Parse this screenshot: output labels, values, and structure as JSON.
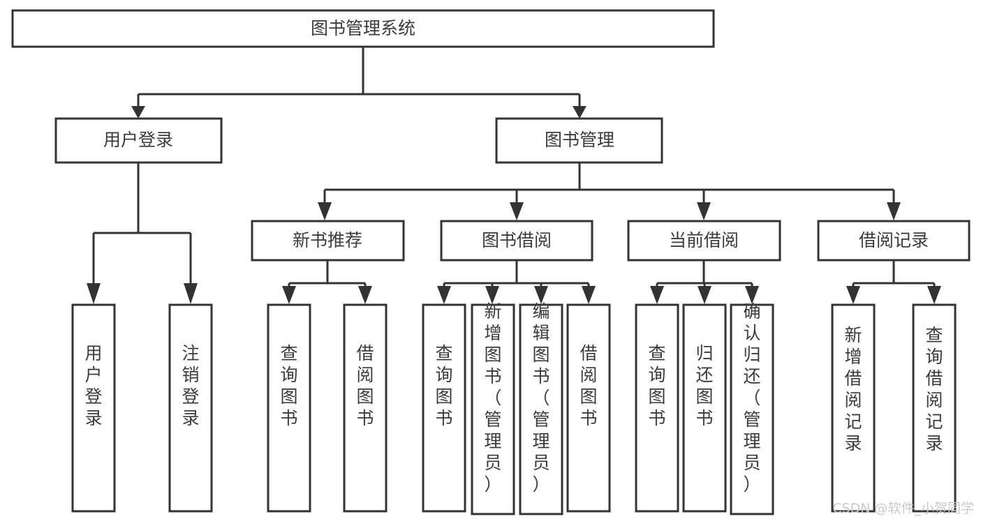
{
  "diagram": {
    "type": "tree",
    "title": "图书管理系统",
    "orientation": "top-down",
    "colors": {
      "stroke": "#333333",
      "box_fill": "#ffffff",
      "text": "#3b3b3b",
      "background": "#ffffff",
      "watermark": "#c9c9c9"
    },
    "root": {
      "label": "图书管理系统"
    },
    "level2": [
      {
        "label": "用户登录"
      },
      {
        "label": "图书管理"
      }
    ],
    "level3": [
      {
        "label": "新书推荐"
      },
      {
        "label": "图书借阅"
      },
      {
        "label": "当前借阅"
      },
      {
        "label": "借阅记录"
      }
    ],
    "leaves": {
      "user_login": [
        {
          "label": "用户登录"
        },
        {
          "label": "注销登录"
        }
      ],
      "new_book": [
        {
          "label": "查询图书"
        },
        {
          "label": "借阅图书"
        }
      ],
      "book_borrow": [
        {
          "label": "查询图书"
        },
        {
          "label": "新增图书（管理员）"
        },
        {
          "label": "编辑图书（管理员）"
        },
        {
          "label": "借阅图书"
        }
      ],
      "current_borrow": [
        {
          "label": "查询图书"
        },
        {
          "label": "归还图书"
        },
        {
          "label": "确认归还（管理员）"
        }
      ],
      "borrow_record": [
        {
          "label": "新增借阅记录"
        },
        {
          "label": "查询借阅记录"
        }
      ]
    }
  },
  "watermark": {
    "text": "CSDN @软件_小贺同学"
  }
}
